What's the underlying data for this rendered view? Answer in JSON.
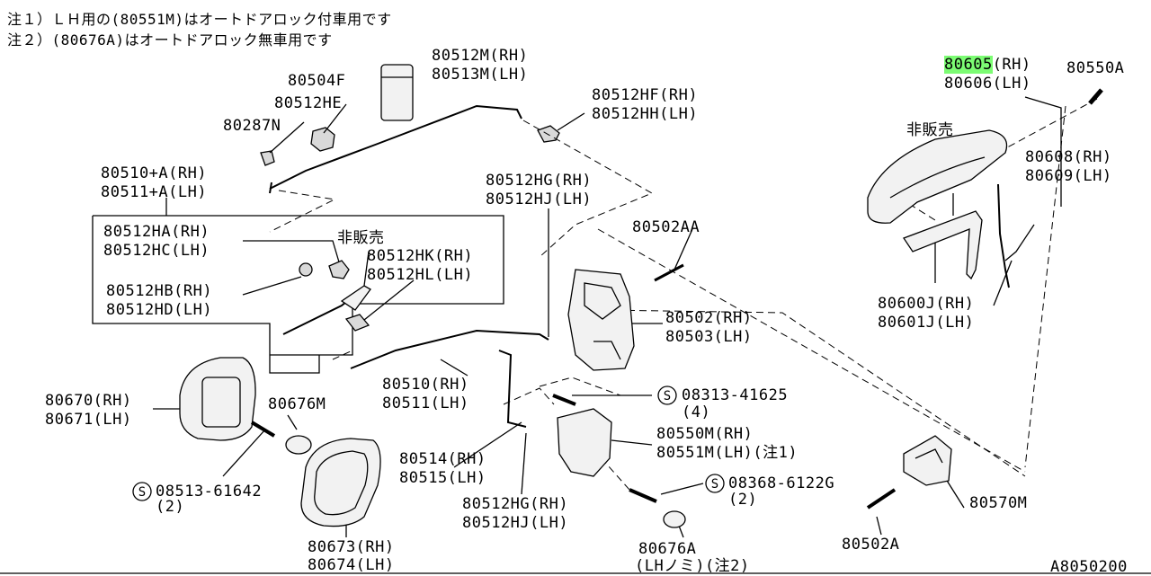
{
  "notes": {
    "note1": "注１）ＬＨ用の(80551M)はオートドアロック付車用です",
    "note2": "注２）(80676A)はオートドアロック無車用です"
  },
  "labels": {
    "p80512M": "80512M(RH)",
    "p80513M": "80513M(LH)",
    "p80504F": "80504F",
    "p80512HE": "80512HE",
    "p80287N": "80287N",
    "p80512HF": "80512HF(RH)",
    "p80512HH": "80512HH(LH)",
    "p80510A": "80510+A(RH)",
    "p80511A": "80511+A(LH)",
    "p80512HA": "80512HA(RH)",
    "p80512HC": "80512HC(LH)",
    "hihanbai1": "非販売",
    "p80512HK": "80512HK(RH)",
    "p80512HL": "80512HL(LH)",
    "p80512HB": "80512HB(RH)",
    "p80512HD": "80512HD(LH)",
    "p80512HG_top": "80512HG(RH)",
    "p80512HJ_top": "80512HJ(LH)",
    "p80502AA": "80502AA",
    "p80502": "80502(RH)",
    "p80503": "80503(LH)",
    "p80510": "80510(RH)",
    "p80511": "80511(LH)",
    "p80670": "80670(RH)",
    "p80671": "80671(LH)",
    "p80676M": "80676M",
    "p08513": "08513-61642",
    "p08513_qty": "(2)",
    "p80514": "80514(RH)",
    "p80515": "80515(LH)",
    "p80512HG_bot": "80512HG(RH)",
    "p80512HJ_bot": "80512HJ(LH)",
    "p80673": "80673(RH)",
    "p80674": "80674(LH)",
    "p08313": "08313-41625",
    "p08313_qty": "(4)",
    "p80550M": "80550M(RH)",
    "p80551M": "80551M(LH)(注1)",
    "p08368": "08368-6122G",
    "p08368_qty": "(2)",
    "p80676A": "80676A",
    "p80676A_note": "(LHノミ)(注2)",
    "p80605_hl": "80605",
    "p80605_rest": "(RH)",
    "p80606": "80606(LH)",
    "p80550A": "80550A",
    "hihanbai2": "非販売",
    "p80608": "80608(RH)",
    "p80609": "80609(LH)",
    "p80600J": "80600J(RH)",
    "p80601J": "80601J(LH)",
    "p80570M": "80570M",
    "p80502A": "80502A",
    "diagram_id": "A8050200"
  },
  "colors": {
    "line": "#000000",
    "highlight": "#7CFC73",
    "fill_light": "#f2f2f2",
    "fill_mid": "#d9d9d9"
  }
}
